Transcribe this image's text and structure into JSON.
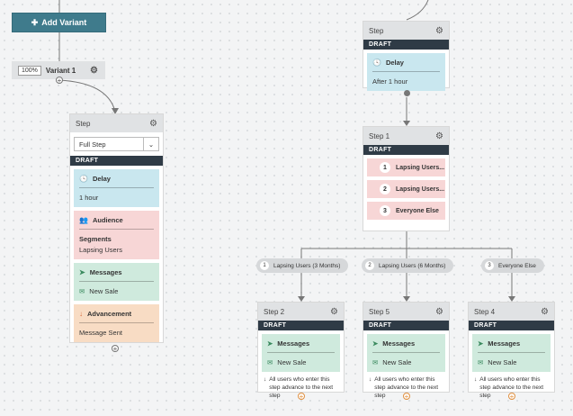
{
  "add_variant": "Add Variant",
  "variant": {
    "percent": "100%",
    "name": "Variant 1"
  },
  "main_step": {
    "title": "Step",
    "select_value": "Full Step",
    "status": "DRAFT",
    "delay": {
      "title": "Delay",
      "value": "1 hour"
    },
    "audience": {
      "title": "Audience",
      "label": "Segments",
      "value": "Lapsing Users"
    },
    "messages": {
      "title": "Messages",
      "value": "New Sale"
    },
    "advancement": {
      "title": "Advancement",
      "value": "Message Sent"
    }
  },
  "top_step": {
    "title": "Step",
    "status": "DRAFT",
    "delay": {
      "title": "Delay",
      "value": "After 1 hour"
    }
  },
  "step1": {
    "title": "Step 1",
    "status": "DRAFT",
    "segments": [
      {
        "num": "1",
        "label": "Lapsing Users..."
      },
      {
        "num": "2",
        "label": "Lapsing Users..."
      },
      {
        "num": "3",
        "label": "Everyone Else"
      }
    ]
  },
  "branches": [
    {
      "num": "1",
      "label": "Lapsing Users (3 Months)"
    },
    {
      "num": "2",
      "label": "Lapsing Users (6 Months)"
    },
    {
      "num": "3",
      "label": "Everyone Else"
    }
  ],
  "sub_steps": [
    {
      "title": "Step 2",
      "status": "DRAFT",
      "msg_title": "Messages",
      "msg_value": "New Sale",
      "note": "All users who enter this step advance to the next step"
    },
    {
      "title": "Step 5",
      "status": "DRAFT",
      "msg_title": "Messages",
      "msg_value": "New Sale",
      "note": "All users who enter this step advance to the next step"
    },
    {
      "title": "Step 4",
      "status": "DRAFT",
      "msg_title": "Messages",
      "msg_value": "New Sale",
      "note": "All users who enter this step advance to the next step"
    }
  ],
  "icons": {
    "add": "plus-icon",
    "settings": "gear-icon",
    "delay": "clock-icon",
    "audience": "people-icon",
    "messages": "paper-plane-icon",
    "advancement": "arrow-down-icon",
    "email": "envelope-icon"
  },
  "colors": {
    "accent": "#3f7b8c",
    "draft": "#2f3b46",
    "delay": "#c9e7ef",
    "audience": "#f7d6d6",
    "messages": "#cfeadd",
    "advancement": "#f8dcc4"
  }
}
